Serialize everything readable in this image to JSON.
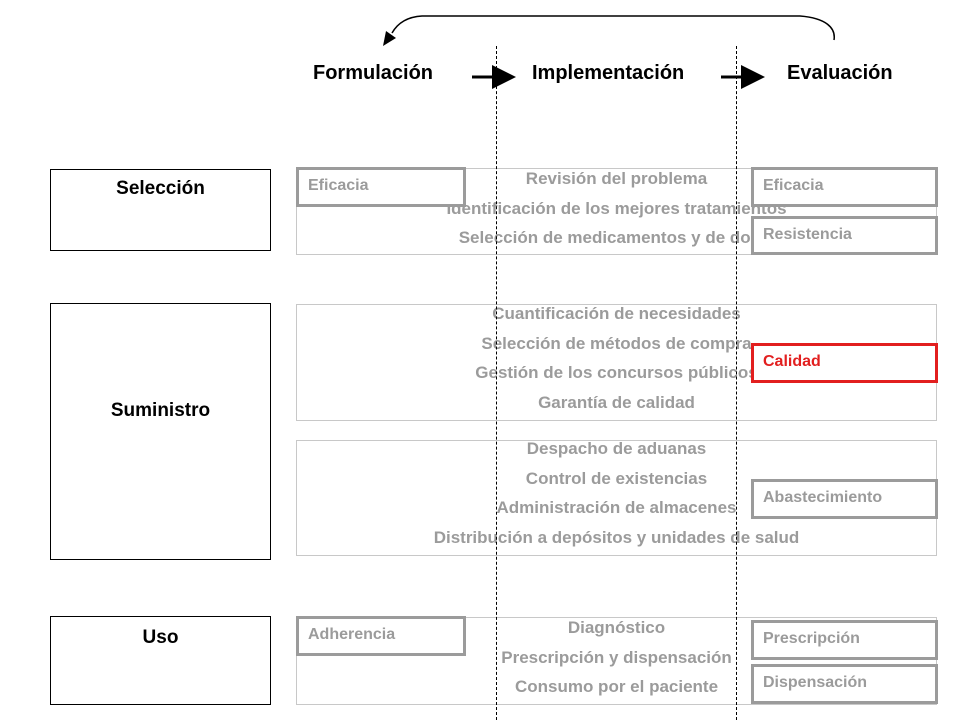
{
  "phases": [
    "Formulación",
    "Implementación",
    "Evaluación"
  ],
  "categories": {
    "seleccion": "Selección",
    "suministro": "Suministro",
    "uso": "Uso"
  },
  "panels": {
    "seleccion": [
      "Revisión del problema",
      "Identificación de los mejores tratamientos",
      "Selección de medicamentos y de dosis"
    ],
    "adquisicion": [
      "Cuantificación de necesidades",
      "Selección de métodos de compra",
      "Gestión de los concursos públicos",
      "Garantía de calidad"
    ],
    "distribucion": [
      "Despacho de aduanas",
      "Control de existencias",
      "Administración de almacenes",
      "Distribución a depósitos y unidades de salud"
    ],
    "uso": [
      "Diagnóstico",
      "Prescripción y dispensación",
      "Consumo por el paciente"
    ]
  },
  "tags": {
    "eficacia_left": "Eficacia",
    "eficacia_right": "Eficacia",
    "resistencia": "Resistencia",
    "calidad": "Calidad",
    "abastecimiento": "Abastecimiento",
    "adherencia": "Adherencia",
    "prescripcion": "Prescripción",
    "dispensacion": "Dispensación"
  },
  "colors": {
    "highlight": "#e21f1f",
    "muted": "#9b9b9b",
    "text": "#000000"
  }
}
